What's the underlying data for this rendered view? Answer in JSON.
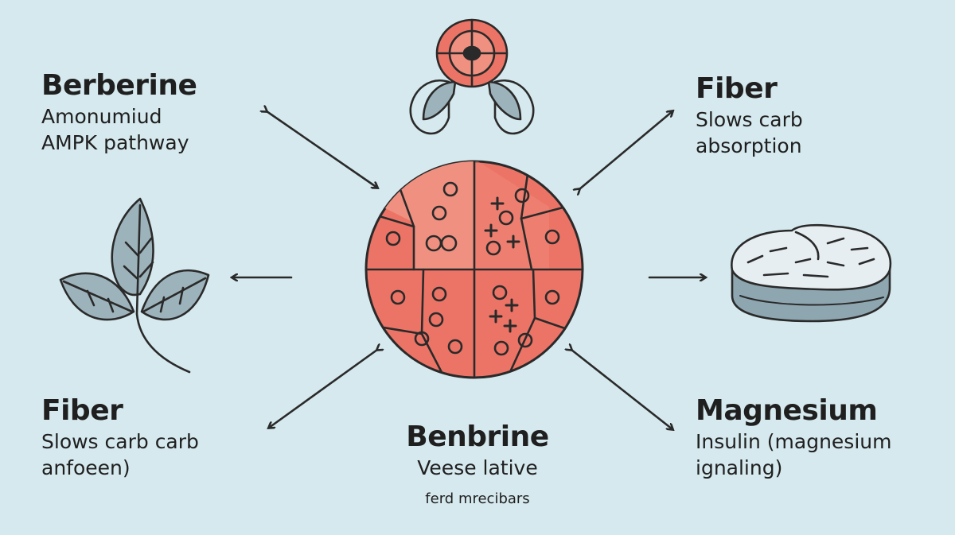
{
  "labels": {
    "top_left": {
      "heading": "Berberine",
      "lines": [
        "Amonumiud",
        "AMPK pathway"
      ]
    },
    "top_right": {
      "heading": "Fiber",
      "lines": [
        "Slows carb",
        "absorption"
      ]
    },
    "bottom_left": {
      "heading": "Fiber",
      "lines": [
        "Slows carb carb",
        "anfoeen)"
      ]
    },
    "bottom_center": {
      "heading": "Benbrine",
      "lines": [
        "Veese lative"
      ],
      "note": "ferd mrecibars"
    },
    "bottom_right": {
      "heading": "Magnesium",
      "lines": [
        "Insulin (magnesium",
        "ignaling)"
      ]
    }
  },
  "colors": {
    "background": "#d6e9ee",
    "cell_fill": "#ec7466",
    "cell_light": "#ef9080",
    "stroke": "#2a2a2a",
    "leaf_fill": "#9db3bb",
    "bread_fill": "#8ea6b0",
    "flower_fill": "#ec7466"
  },
  "icons": [
    "flower-icon",
    "leaf-icon",
    "bread-icon",
    "cell-icon"
  ]
}
